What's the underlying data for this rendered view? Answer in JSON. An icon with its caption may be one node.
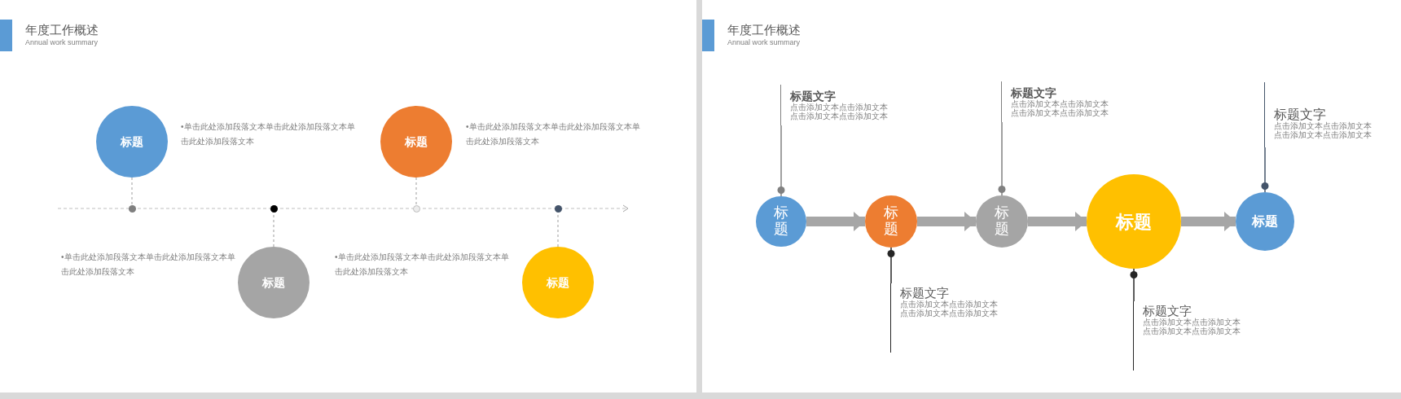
{
  "diagram": {
    "nodes": [
      {
        "text": [
          "年度工作概述",
          "Annual work summary"
        ]
      },
      {
        "text": [
          "标题"
        ],
        "in": 0,
        "beside": [
          "•单击此处添加段落文本单击此处添加段落文本单击此处添加段落文本"
        ]
      },
      {
        "text": [
          "标题"
        ],
        "in": 0,
        "beside": [
          "•单击此处添加段落文本单击此处添加段落文本单击此处添加段落文本"
        ]
      },
      {
        "text": [
          "标题"
        ],
        "in": 0,
        "beside": [
          "•单击此处添加段落文本单击此处添加段落文本单击此处添加段落文本"
        ]
      },
      {
        "text": [
          "标题"
        ],
        "in": 0,
        "beside": [
          "•单击此处添加段落文本单击此处添加段落文本单击此处添加段落文本"
        ]
      },
      {
        "text": [],
        "shape": "circle",
        "in": 0
      },
      {
        "text": [],
        "shape": "circle",
        "in": 0
      },
      {
        "text": [],
        "shape": "circle",
        "in": 0
      },
      {
        "text": [],
        "shape": "circle",
        "in": 0
      },
      {
        "text": [
          "年度工作概述",
          "Annual work summary"
        ]
      },
      {
        "text": [
          "标题文字",
          "点击添加文本点击添加文本点击添加文本点击添加文本"
        ],
        "in": 9
      },
      {
        "text": [
          "标题文字",
          "点击添加文本点击添加文本点击添加文本点击添加文本"
        ],
        "in": 9
      },
      {
        "text": [
          "标题文字",
          "点击添加文本点击添加文本点击添加文本点击添加文本"
        ],
        "in": 9
      },
      {
        "text": [
          "标题"
        ],
        "in": 9
      },
      {
        "text": [
          "标题"
        ],
        "in": 9
      },
      {
        "text": [
          "标题"
        ],
        "in": 9
      },
      {
        "text": [
          "标题"
        ],
        "in": 9
      },
      {
        "text": [
          "标题"
        ],
        "in": 9
      },
      {
        "text": [
          "标题文字",
          "点击添加文本点击添加文本点击添加文本点击添加文本"
        ],
        "in": 9
      },
      {
        "text": [
          "标题文字",
          "点击添加文本点击添加文本点击添加文本点击添加文本"
        ],
        "in": 9
      }
    ],
    "edges": [
      {
        "from": 1,
        "to": 5,
        "arrow": "none",
        "style": "dashed",
        "color": "#bfbfbf"
      },
      {
        "from": 2,
        "to": 6,
        "arrow": "none",
        "style": "dashed",
        "color": "#bfbfbf"
      },
      {
        "from": 3,
        "to": 7,
        "arrow": "none",
        "style": "dashed",
        "color": "#bfbfbf"
      },
      {
        "from": 4,
        "to": 8,
        "arrow": "none",
        "style": "dashed",
        "color": "#bfbfbf"
      },
      {
        "from": 13,
        "to": 14,
        "arrow": "to",
        "style": "thick",
        "color": "#a6a6a6"
      },
      {
        "from": 14,
        "to": 15,
        "arrow": "to",
        "style": "thick",
        "color": "#a6a6a6"
      },
      {
        "from": 15,
        "to": 16,
        "arrow": "to",
        "style": "thick",
        "color": "#a6a6a6"
      },
      {
        "from": 16,
        "to": 17,
        "arrow": "to",
        "style": "thick",
        "color": "#a6a6a6"
      },
      {
        "from": 10,
        "to": 13,
        "arrow": "other"
      },
      {
        "from": 18,
        "to": 14,
        "arrow": "other",
        "color": "#262626"
      },
      {
        "from": 11,
        "to": 15,
        "arrow": "other"
      },
      {
        "from": 19,
        "to": 16,
        "arrow": "other",
        "color": "#262626"
      },
      {
        "from": 12,
        "to": 17,
        "arrow": "other",
        "color": "#44546a"
      }
    ]
  }
}
